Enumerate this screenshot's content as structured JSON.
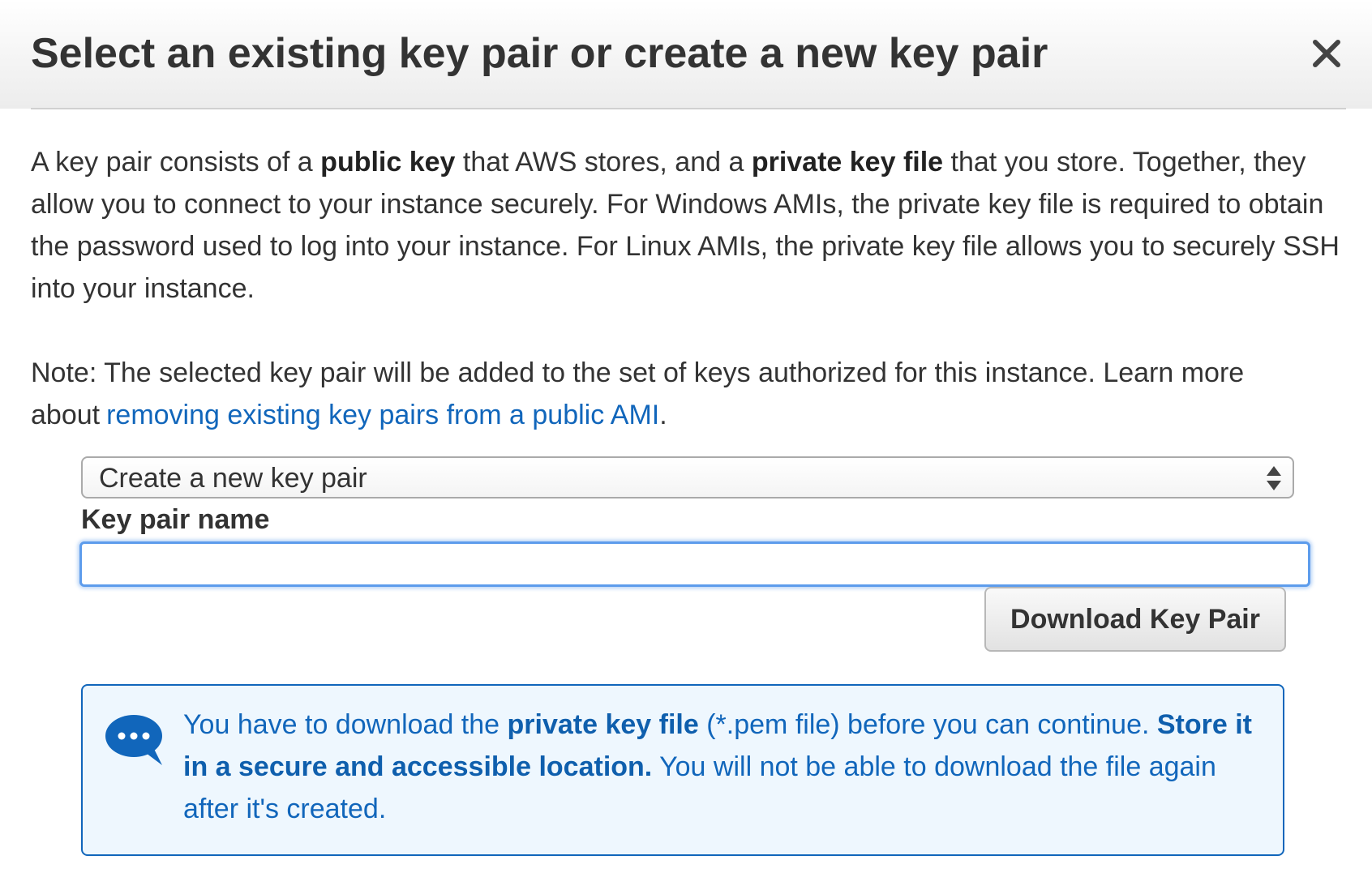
{
  "dialog": {
    "title": "Select an existing key pair or create a new key pair",
    "close_icon": "close-icon"
  },
  "intro": {
    "part1": "A key pair consists of a ",
    "bold1": "public key",
    "part2": " that AWS stores, and a ",
    "bold2": "private key file",
    "part3": " that you store. Together, they allow you to connect to your instance securely. For Windows AMIs, the private key file is required to obtain the password used to log into your instance. For Linux AMIs, the private key file allows you to securely SSH into your instance."
  },
  "note": {
    "text": "Note: The selected key pair will be added to the set of keys authorized for this instance. Learn more about",
    "link": "removing existing key pairs from a public AMI",
    "end": "."
  },
  "key_pair_select": {
    "selected": "Create a new key pair",
    "arrows_icon": "select-arrows-icon"
  },
  "key_pair_name": {
    "label": "Key pair name",
    "value": "",
    "placeholder": ""
  },
  "download_button": {
    "label": "Download Key Pair"
  },
  "info": {
    "icon": "chat-bubble-icon",
    "part1": "You have to download the ",
    "bold1": "private key file",
    "part2": " (*.pem file) before you can continue. ",
    "bold2": "Store it in a secure and accessible location.",
    "part3": " You will not be able to download the file again after it's created."
  },
  "colors": {
    "link": "#1166bb",
    "info_border": "#1166bb",
    "info_background": "#eef7fe",
    "focus_ring": "#5d9cec"
  }
}
